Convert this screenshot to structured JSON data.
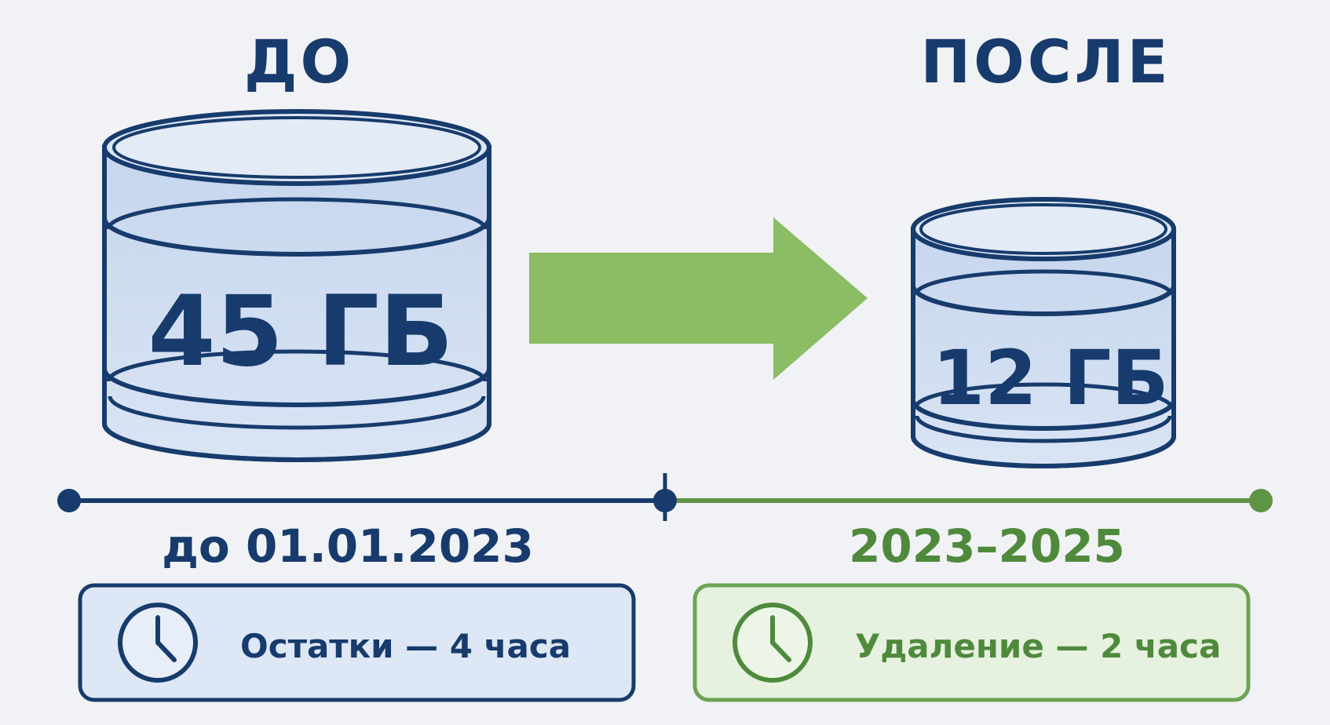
{
  "before": {
    "heading": "ДО",
    "size": "45 ГБ",
    "date": "до 01.01.2023",
    "card_text": "Остатки — 4 часа",
    "color": "#173b6c"
  },
  "after": {
    "heading": "ПОСЛЕ",
    "size": "12 ГБ",
    "date": "2023–2025",
    "card_text": "Удаление — 2 часа",
    "color": "#4f8a3c"
  },
  "colors": {
    "navy": "#173b6c",
    "green": "#4f8a3c",
    "arrow": "#8cbc64",
    "db_fill": "#cfdcf0",
    "card_blue_fill": "#dde7f6",
    "card_green_fill": "#e6f1df"
  },
  "icons": {
    "arrow": "arrow-right-icon",
    "clock": "clock-icon",
    "database": "database-icon"
  }
}
